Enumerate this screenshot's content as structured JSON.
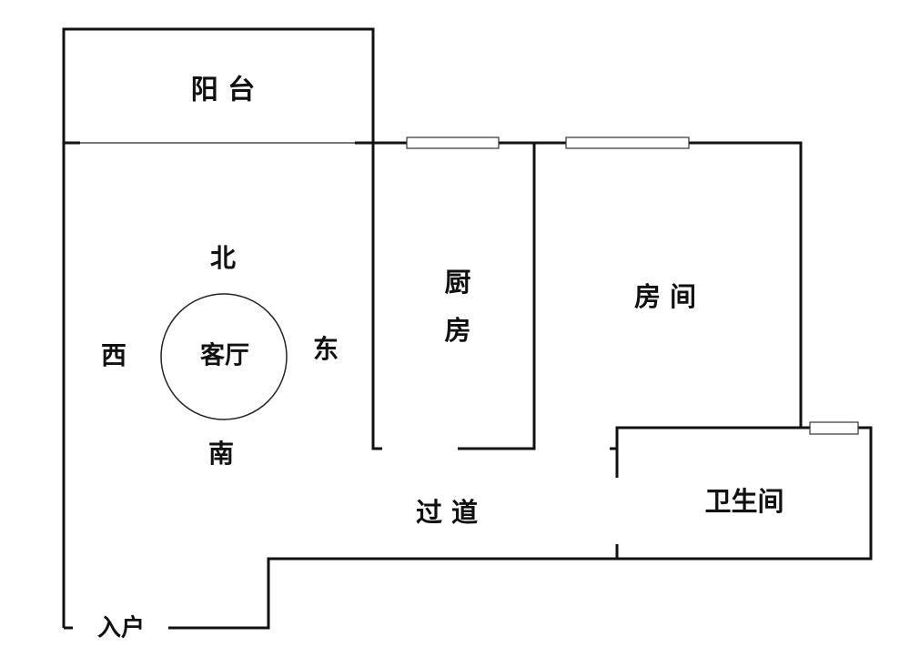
{
  "rooms": {
    "balcony": "阳 台",
    "living_room": "客厅",
    "kitchen_1": "厨",
    "kitchen_2": "房",
    "bedroom": "房 间",
    "corridor": "过 道",
    "bathroom": "卫生间",
    "entrance": "入户"
  },
  "compass": {
    "north": "北",
    "south": "南",
    "east": "东",
    "west": "西"
  },
  "colors": {
    "wall": "#111111",
    "background": "#ffffff"
  }
}
